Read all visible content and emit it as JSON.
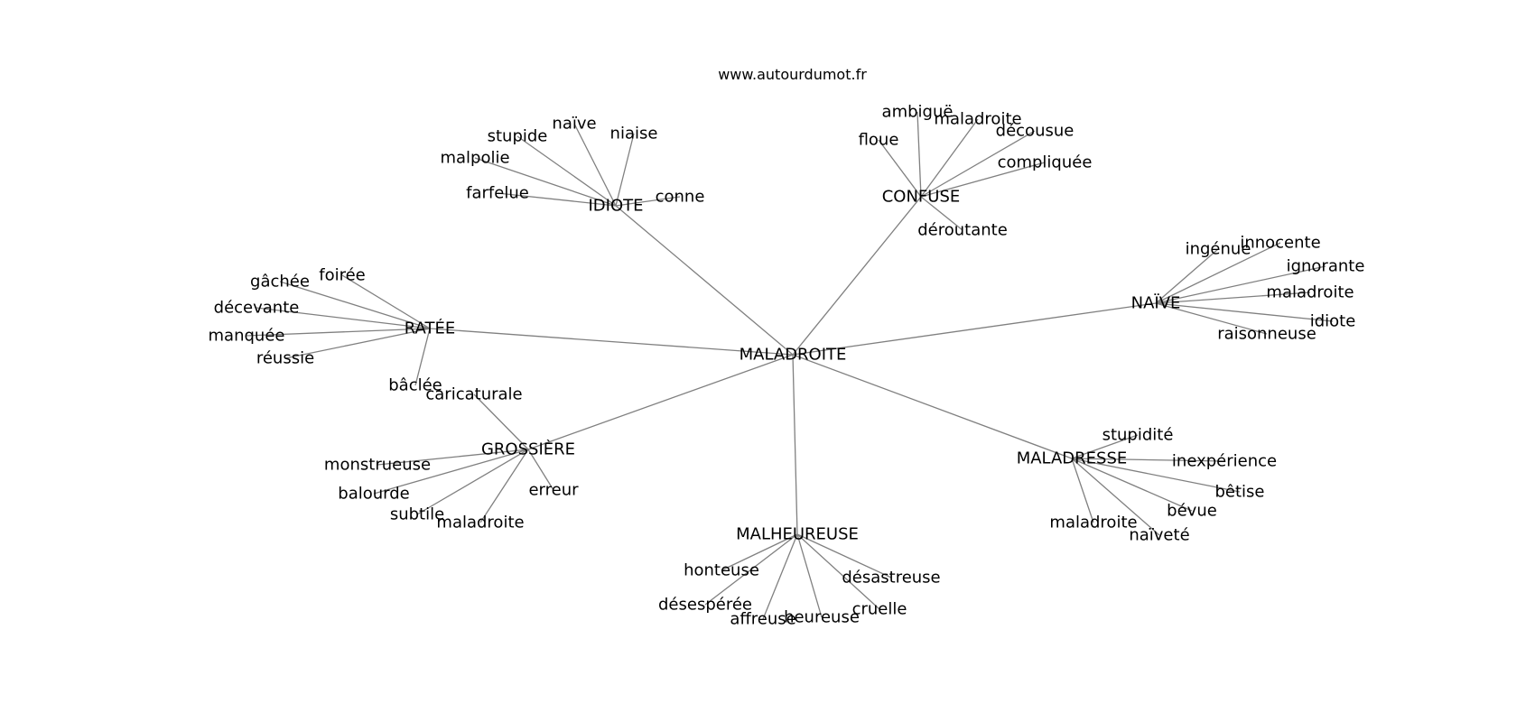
{
  "header": {
    "site": "www.autourdumot.fr"
  },
  "graph": {
    "center": "MALADROITE",
    "clusters": [
      {
        "hub": "IDIOTE",
        "leaves": [
          "naïve",
          "niaise",
          "stupide",
          "malpolie",
          "farfelue",
          "conne"
        ]
      },
      {
        "hub": "CONFUSE",
        "leaves": [
          "ambiguë",
          "maladroite",
          "floue",
          "décousue",
          "compliquée",
          "déroutante"
        ]
      },
      {
        "hub": "NAÏVE",
        "leaves": [
          "ingénue",
          "innocente",
          "ignorante",
          "maladroite",
          "idiote",
          "raisonneuse"
        ]
      },
      {
        "hub": "RATÉE",
        "leaves": [
          "foirée",
          "gâchée",
          "décevante",
          "manquée",
          "réussie",
          "bâclée"
        ]
      },
      {
        "hub": "GROSSIÈRE",
        "leaves": [
          "caricaturale",
          "monstrueuse",
          "balourde",
          "subtile",
          "maladroite",
          "erreur"
        ]
      },
      {
        "hub": "MALADRESSE",
        "leaves": [
          "stupidité",
          "inexpérience",
          "bêtise",
          "bévue",
          "naïveté",
          "maladroite"
        ]
      },
      {
        "hub": "MALHEUREUSE",
        "leaves": [
          "honteuse",
          "désastreuse",
          "désespérée",
          "affreuse",
          "heureuse",
          "cruelle"
        ]
      }
    ]
  }
}
